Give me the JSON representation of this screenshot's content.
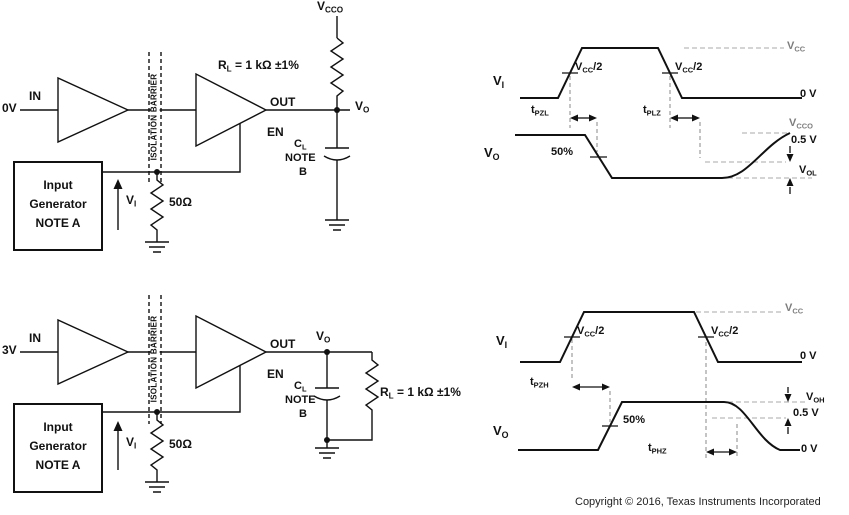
{
  "top_circuit": {
    "input_level": "0V",
    "in_label": "IN",
    "barrier": "ISOLATION BARRIER",
    "rl": {
      "pre": "R",
      "sub": "L",
      "post": " = 1 kΩ ±1%"
    },
    "out": "OUT",
    "vcco": {
      "pre": "V",
      "sub": "CCO"
    },
    "vo": {
      "pre": "V",
      "sub": "O"
    },
    "en": "EN",
    "cl": {
      "pre": "C",
      "sub": "L"
    },
    "note1": "NOTE",
    "note2": "B",
    "gen": {
      "l1": "Input",
      "l2": "Generator",
      "l3": "NOTE A"
    },
    "vi": {
      "pre": "V",
      "sub": "I"
    },
    "r50": "50Ω"
  },
  "bottom_circuit": {
    "input_level": "3V",
    "in_label": "IN",
    "barrier": "ISOLATION BARRIER",
    "rl": {
      "pre": "R",
      "sub": "L",
      "post": " = 1 kΩ ±1%"
    },
    "out": "OUT",
    "vo": {
      "pre": "V",
      "sub": "O"
    },
    "en": "EN",
    "cl": {
      "pre": "C",
      "sub": "L"
    },
    "note1": "NOTE",
    "note2": "B",
    "gen": {
      "l1": "Input",
      "l2": "Generator",
      "l3": "NOTE A"
    },
    "vi": {
      "pre": "V",
      "sub": "I"
    },
    "r50": "50Ω"
  },
  "top_waveform": {
    "vi": {
      "pre": "V",
      "sub": "I"
    },
    "vo": {
      "pre": "V",
      "sub": "O"
    },
    "vcc_half": {
      "pre": "V",
      "sub": "CC",
      "post": "/2"
    },
    "vcc": {
      "pre": "V",
      "sub": "CC"
    },
    "vcco": {
      "pre": "V",
      "sub": "CCO"
    },
    "zero_v": "0 V",
    "tpzl": {
      "pre": "t",
      "sub": "PZL"
    },
    "tplz": {
      "pre": "t",
      "sub": "PLZ"
    },
    "fifty": "50%",
    "half_v": "0.5 V",
    "vol": {
      "pre": "V",
      "sub": "OL"
    }
  },
  "bottom_waveform": {
    "vi": {
      "pre": "V",
      "sub": "I"
    },
    "vo": {
      "pre": "V",
      "sub": "O"
    },
    "vcc_half": {
      "pre": "V",
      "sub": "CC",
      "post": "/2"
    },
    "vcc": {
      "pre": "V",
      "sub": "CC"
    },
    "zero_v_top": "0 V",
    "zero_v_bottom": "0 V",
    "tpzh": {
      "pre": "t",
      "sub": "PZH"
    },
    "tphz": {
      "pre": "t",
      "sub": "PHZ"
    },
    "fifty": "50%",
    "half_v": "0.5 V",
    "voh": {
      "pre": "V",
      "sub": "OH"
    }
  },
  "footer": {
    "copyright": "Copyright © 2016, Texas Instruments Incorporated"
  }
}
